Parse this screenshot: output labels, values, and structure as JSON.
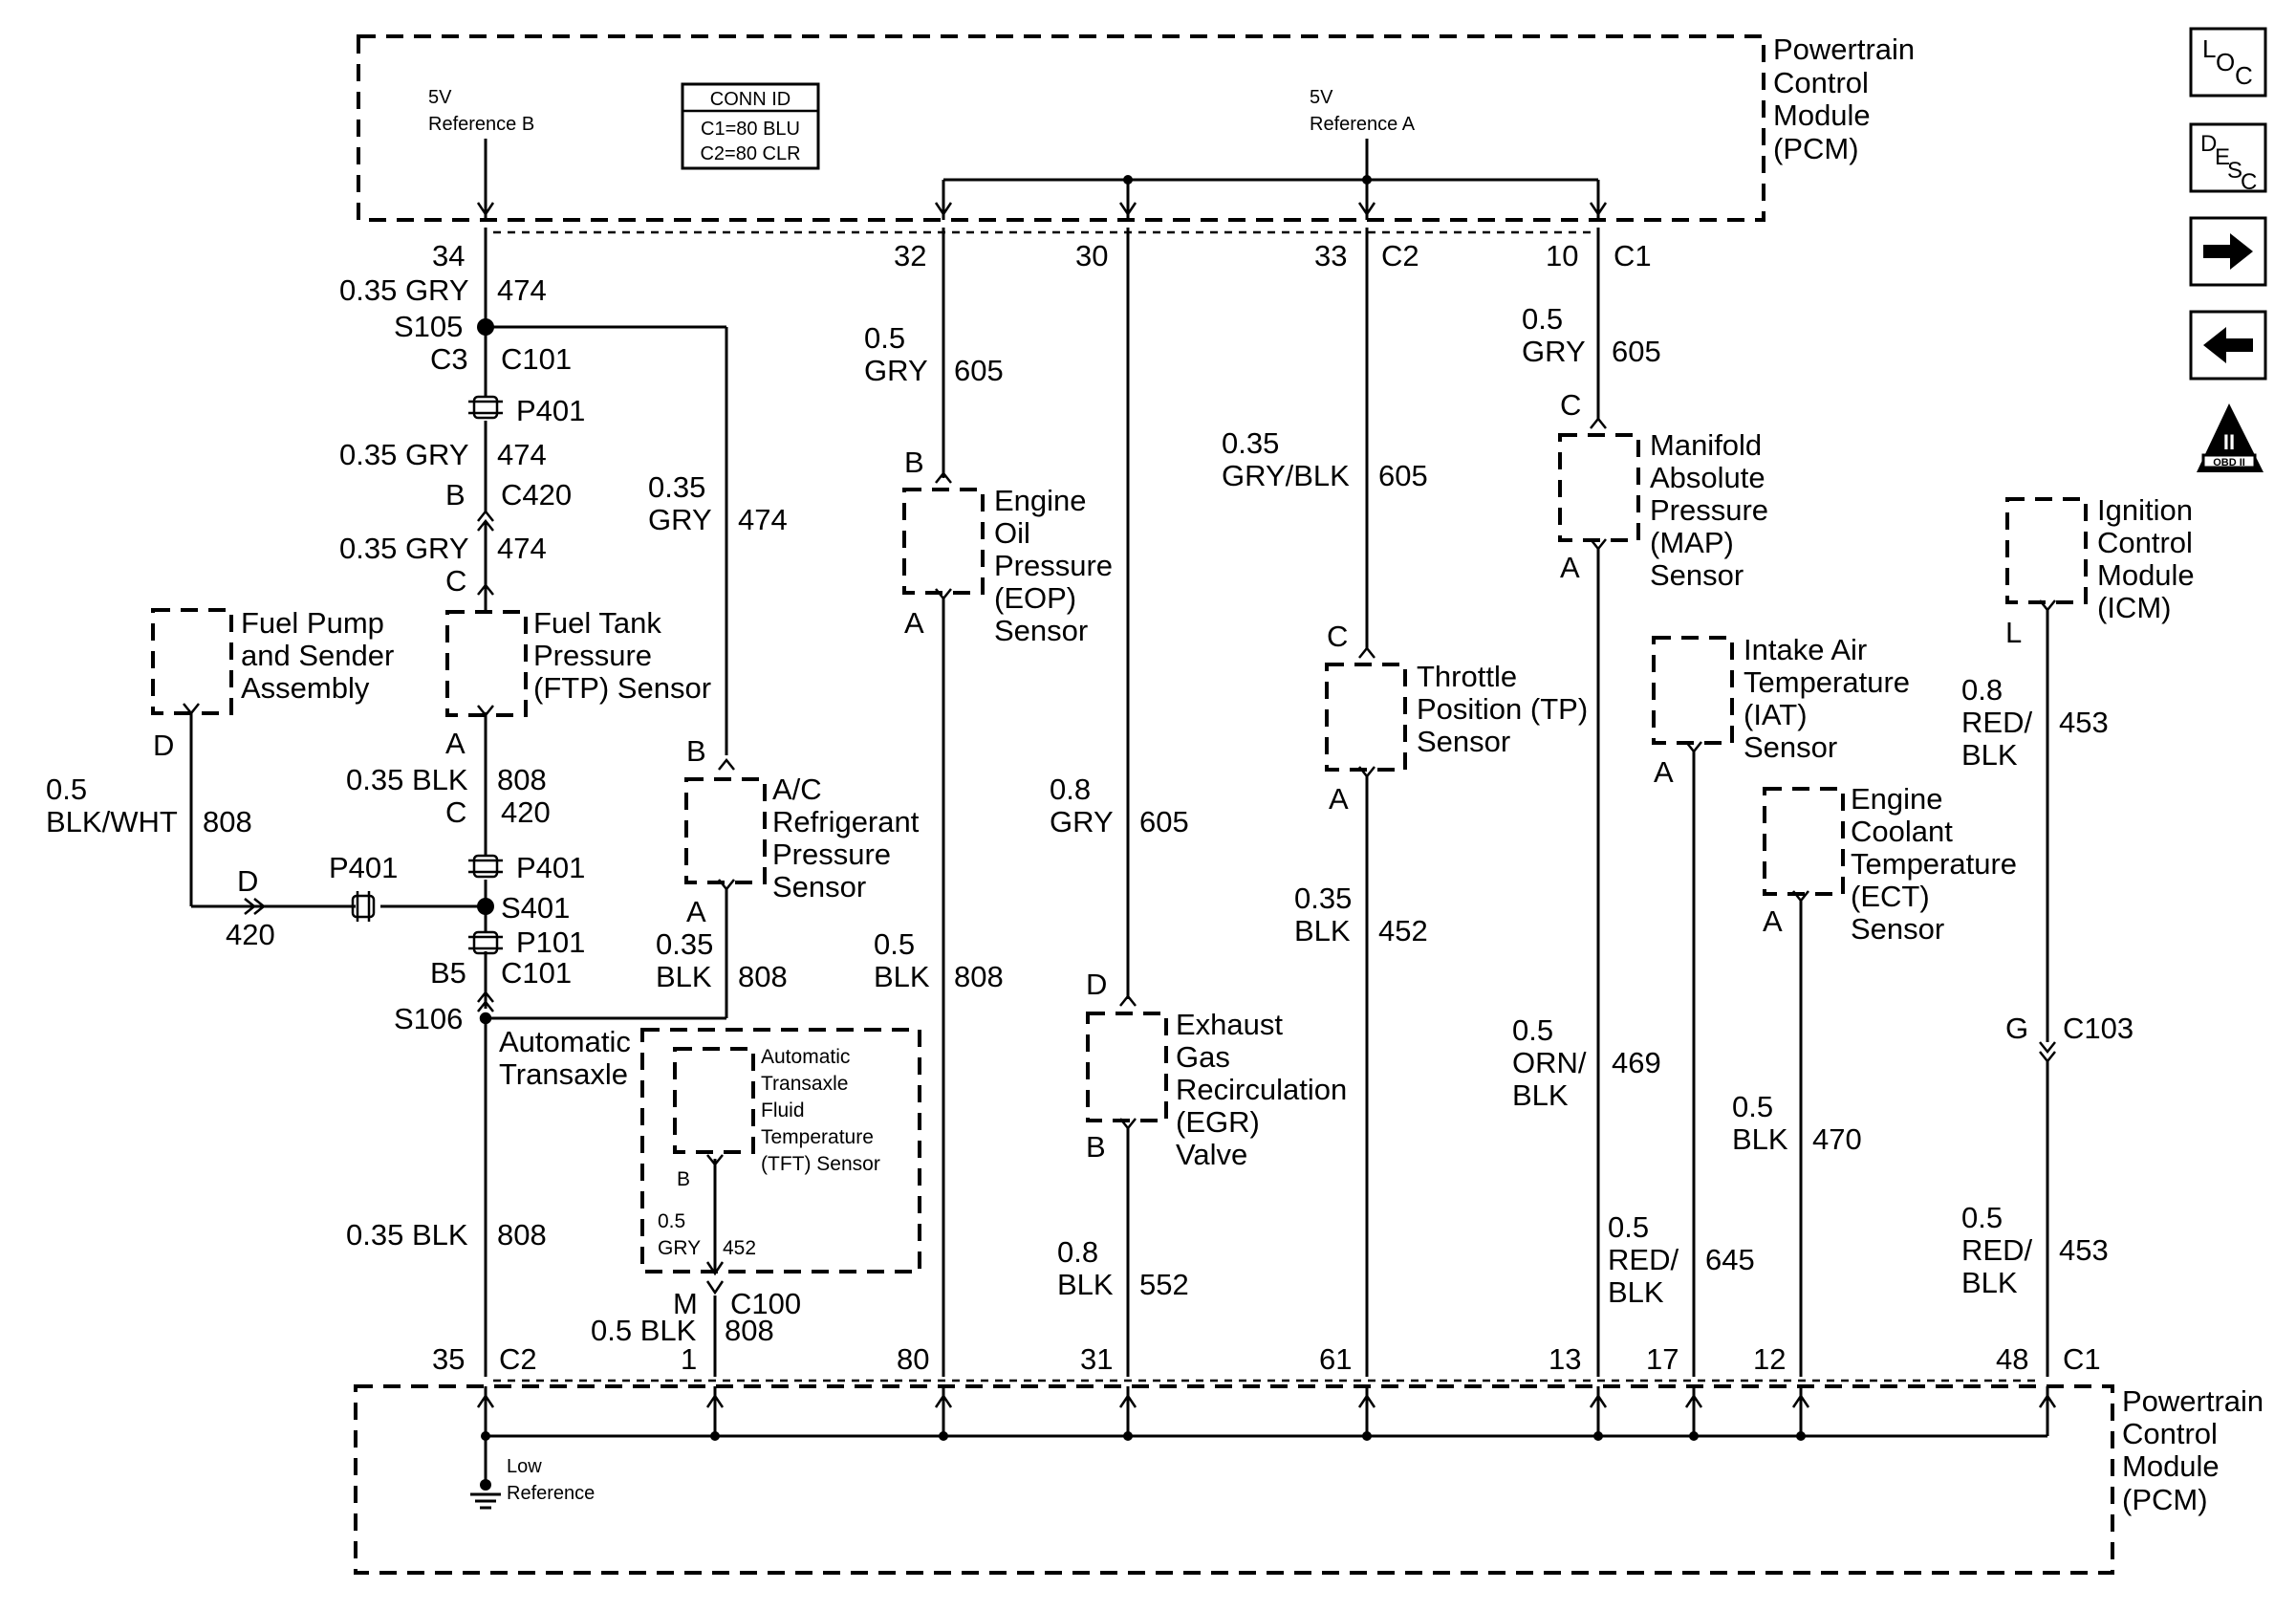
{
  "pcm_top": {
    "line1": "Powertrain",
    "line2": "Control",
    "line3": "Module",
    "line4": "(PCM)"
  },
  "pcm_bottom": {
    "line1": "Powertrain",
    "line2": "Control",
    "line3": "Module",
    "line4": "(PCM)"
  },
  "ref_b": {
    "line1": "5V",
    "line2": "Reference B"
  },
  "ref_a": {
    "line1": "5V",
    "line2": "Reference A"
  },
  "conn_id": {
    "title": "CONN ID",
    "c1": "C1=80 BLU",
    "c2": "C2=80 CLR"
  },
  "low_ref": {
    "line1": "Low",
    "line2": "Reference"
  },
  "nav": {
    "loc": "LOC",
    "desc": "DESC",
    "obd": "OBD II",
    "obd_num": "II"
  },
  "pins_top": {
    "p34": "34",
    "p32": "32",
    "p30": "30",
    "p33": "33",
    "c2": "C2",
    "p10": "10",
    "c1": "C1"
  },
  "pins_bottom": {
    "p35": "35",
    "c2": "C2",
    "p1": "1",
    "p80": "80",
    "p31": "31",
    "p61": "61",
    "p13": "13",
    "p17": "17",
    "p12": "12",
    "p48": "48",
    "c1": "C1"
  },
  "left": {
    "w1_size": "0.35 GRY",
    "w1_circ": "474",
    "s105": "S105",
    "c3": "C3",
    "c101a": "C101",
    "p401a": "P401",
    "w2_size": "0.35 GRY",
    "w2_circ": "474",
    "b": "B",
    "c420": "C420",
    "w3_size": "0.35 GRY",
    "w3_circ": "474",
    "c": "C",
    "a": "A",
    "w4_size": "0.35 BLK",
    "w4_circ": "808",
    "c2": "C",
    "w5_circ": "420",
    "p401b": "P401",
    "s401": "S401",
    "p101": "P101",
    "b5": "B5",
    "c101b": "C101",
    "s106": "S106",
    "auto1": "Automatic",
    "auto2": "Transaxle",
    "w6_size": "0.35 BLK",
    "w6_circ": "808",
    "pump_d": "D",
    "bw_size": "0.5",
    "bw_color": "BLK/WHT",
    "bw_circ": "808",
    "d2": "D",
    "circ420": "420",
    "p401c": "P401"
  },
  "ac": {
    "w_size": "0.35",
    "w_color": "GRY",
    "w_circ": "474",
    "b": "B",
    "a": "A",
    "w2_size": "0.35",
    "w2_color": "BLK",
    "w2_circ": "808"
  },
  "tft": {
    "b": "B",
    "w_size": "0.5",
    "w_color": "GRY",
    "w_circ": "452",
    "m": "M",
    "c100": "C100",
    "w2": "0.5 BLK",
    "w2_circ": "808"
  },
  "eop": {
    "w_size": "0.5",
    "w_color": "GRY",
    "w_circ": "605",
    "b": "B",
    "a": "A",
    "w2_size": "0.5",
    "w2_color": "BLK",
    "w2_circ": "808"
  },
  "egr": {
    "w_size": "0.8",
    "w_color": "GRY",
    "w_circ": "605",
    "d": "D",
    "b": "B",
    "w2_size": "0.8",
    "w2_color": "BLK",
    "w2_circ": "552"
  },
  "tp": {
    "w_size": "0.35",
    "w_color": "GRY/BLK",
    "w_circ": "605",
    "c": "C",
    "a": "A",
    "w2_size": "0.35",
    "w2_color": "BLK",
    "w2_circ": "452"
  },
  "map": {
    "w_size": "0.5",
    "w_color": "GRY",
    "w_circ": "605",
    "c": "C",
    "a": "A",
    "w2_size": "0.5",
    "w2_color1": "ORN/",
    "w2_color2": "BLK",
    "w2_circ": "469"
  },
  "iat": {
    "a": "A",
    "w_size": "0.5",
    "w_color1": "RED/",
    "w_color2": "BLK",
    "w_circ": "645"
  },
  "ect": {
    "a": "A",
    "w_size": "0.5",
    "w_color": "BLK",
    "w_circ": "470"
  },
  "icm": {
    "l": "L",
    "w_size": "0.8",
    "w_color1": "RED/",
    "w_color2": "BLK",
    "w_circ": "453",
    "g": "G",
    "c103": "C103",
    "w2_size": "0.5",
    "w2_color1": "RED/",
    "w2_color2": "BLK",
    "w2_circ": "453"
  },
  "components": {
    "fuel_pump": [
      "Fuel Pump",
      "and Sender",
      "Assembly"
    ],
    "ftp": [
      "Fuel Tank",
      "Pressure",
      "(FTP) Sensor"
    ],
    "ac": [
      "A/C",
      "Refrigerant",
      "Pressure",
      "Sensor"
    ],
    "tft": [
      "Automatic",
      "Transaxle",
      "Fluid",
      "Temperature",
      "(TFT) Sensor"
    ],
    "eop": [
      "Engine",
      "Oil",
      "Pressure",
      "(EOP)",
      "Sensor"
    ],
    "egr": [
      "Exhaust",
      "Gas",
      "Recirculation",
      "(EGR)",
      "Valve"
    ],
    "tp": [
      "Throttle",
      "Position (TP)",
      "Sensor"
    ],
    "map": [
      "Manifold",
      "Absolute",
      "Pressure",
      "(MAP)",
      "Sensor"
    ],
    "iat": [
      "Intake Air",
      "Temperature",
      "(IAT)",
      "Sensor"
    ],
    "ect": [
      "Engine",
      "Coolant",
      "Temperature",
      "(ECT)",
      "Sensor"
    ],
    "icm": [
      "Ignition",
      "Control",
      "Module",
      "(ICM)"
    ]
  }
}
